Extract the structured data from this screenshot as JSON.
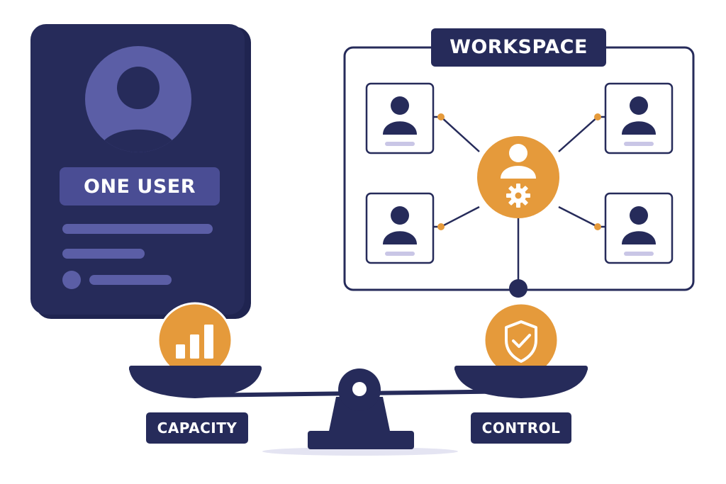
{
  "labels": {
    "one_user": "ONE USER",
    "workspace": "WORKSPACE",
    "capacity": "CAPACITY",
    "control": "CONTROL"
  },
  "colors": {
    "navy": "#262b5a",
    "navy_dark": "#1f2450",
    "purple": "#5b5ea6",
    "lavender": "#c9c6e6",
    "orange": "#e59a3b",
    "white": "#ffffff"
  },
  "icons": {
    "user_avatar": "user-icon",
    "capacity": "bar-chart-icon",
    "control": "shield-check-icon",
    "admin": "user-gear-icon"
  }
}
